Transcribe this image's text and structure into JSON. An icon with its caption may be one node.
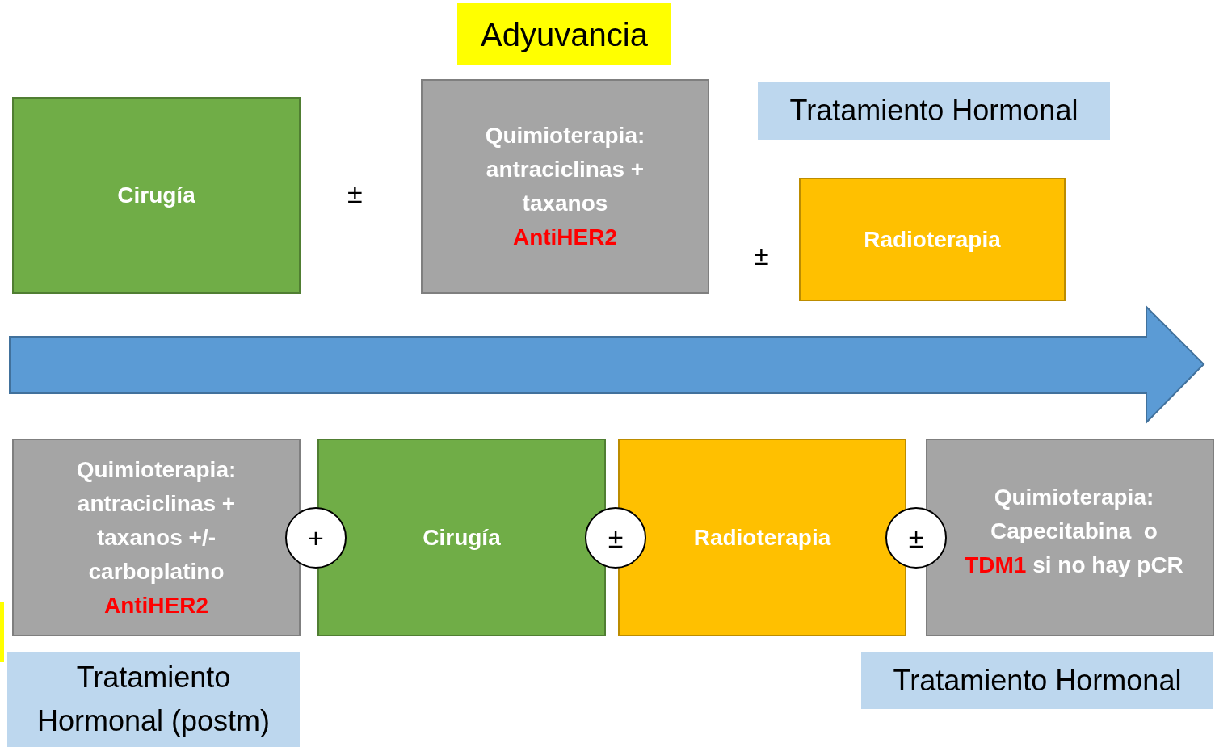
{
  "diagram": {
    "nodes": [
      {
        "text": [
          "Adyuvancia"
        ]
      },
      {
        "text": [
          "Cirugía"
        ]
      },
      {
        "text": [
          "Quimioterapia: antraciclinas + taxanos",
          "AntiHER2"
        ]
      },
      {
        "text": [
          "Tratamiento Hormonal"
        ]
      },
      {
        "text": [
          "Radioterapia"
        ]
      },
      {
        "text": [],
        "shape": "arrow"
      },
      {
        "text": [
          "Quimioterapia: antraciclinas + taxanos +/- carboplatino",
          "AntiHER2"
        ]
      },
      {
        "text": [
          "+"
        ]
      },
      {
        "text": [
          "Cirugía"
        ]
      },
      {
        "text": [
          "±"
        ]
      },
      {
        "text": [
          "Radioterapia"
        ]
      },
      {
        "text": [
          "±"
        ]
      },
      {
        "text": [
          "Quimioterapia: Capecitabina  o",
          "TDM1",
          "si no hay pCR"
        ]
      },
      {
        "text": [
          "Tratamiento Hormonal (postm)"
        ]
      },
      {
        "text": [
          "Tratamiento Hormonal"
        ]
      }
    ],
    "labels": [
      "±",
      "±"
    ]
  }
}
